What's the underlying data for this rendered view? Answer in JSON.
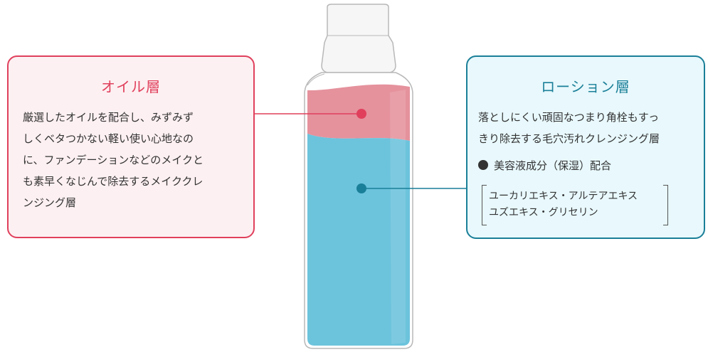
{
  "colors": {
    "oil_accent": "#e0405c",
    "oil_box_background": "#fdf0f2",
    "lotion_accent": "#1a7f98",
    "lotion_box_background": "#e8f8fc",
    "oil_layer": "#e5929d",
    "lotion_layer": "#6cc3dc",
    "bottle_cap": "#f6f6f6",
    "bottle_outline": "#b8b8b8"
  },
  "oil_layer": {
    "title": "オイル層",
    "description_lines": [
      "厳選したオイルを配合し、みずみず",
      "しくベタつかない軽い使い心地なの",
      "に、ファンデーションなどのメイクと",
      "も素早くなじんで除去するメイククレ",
      "ンジング層"
    ]
  },
  "lotion_layer": {
    "title": "ローション層",
    "description_lines": [
      "落としにくい頑固なつまり角栓もすっ",
      "きり除去する毛穴汚れクレンジング層"
    ],
    "feature": "美容液成分（保湿）配合",
    "ingredients": [
      "ユーカリエキス・アルテアエキス",
      "ユズエキス・グリセリン"
    ]
  }
}
